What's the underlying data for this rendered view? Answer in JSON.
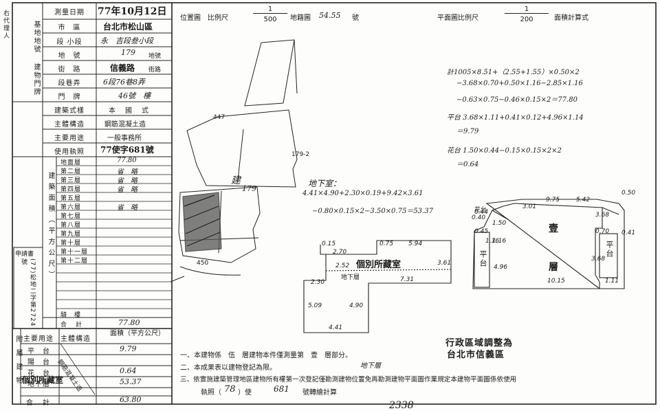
{
  "margin_text": "右代理人",
  "survey_date": {
    "label": "測量日期",
    "value": "77年10月12日"
  },
  "land": {
    "group_label": "基地地號",
    "city_label": "市　區",
    "city_value": "台北市松山區",
    "section_label": "段 小段",
    "section_value": "永　吉段叁小段",
    "number_label": "地　號",
    "number_value": "179",
    "number_suffix": "地號"
  },
  "door": {
    "group_label": "建物門牌",
    "street_label": "街　路",
    "street_value": "信義路",
    "street_suffix": "街路",
    "lane_label": "段巷弄",
    "lane_value": "6段76巷8弄",
    "no_label": "門　牌",
    "no_value": "46號　樓"
  },
  "building": {
    "style_label": "建築式樣",
    "style_value": "本　國　式",
    "structure_label": "主體構造",
    "structure_value": "鋼筋混凝土造",
    "use_label": "主要用途",
    "use_value": "一般事務所",
    "permit_label": "使用執照",
    "permit_value": "77使字681號"
  },
  "area_section_label": "建築面積（平方公尺）",
  "floors": [
    {
      "name": "地面層",
      "value": "77.80"
    },
    {
      "name": "第二層",
      "value": "省　略"
    },
    {
      "name": "第三層",
      "value": "省　略"
    },
    {
      "name": "第四層",
      "value": "省　略"
    },
    {
      "name": "第五層",
      "value": ""
    },
    {
      "name": "第六層",
      "value": "省　略"
    },
    {
      "name": "第七層",
      "value": ""
    },
    {
      "name": "第八層",
      "value": ""
    },
    {
      "name": "第九層",
      "value": ""
    },
    {
      "name": "第十層",
      "value": ""
    },
    {
      "name": "第十一層",
      "value": ""
    },
    {
      "name": "第十二層",
      "value": ""
    }
  ],
  "extra_floor": {
    "name": "騎　樓",
    "value": ""
  },
  "total_row": {
    "name": "合　計",
    "value": "77.80"
  },
  "application": {
    "label": "申請書",
    "value": "(77)松地二字第2724號"
  },
  "attached": {
    "group_label": "附屬建物",
    "use_header": "主要用途",
    "structure_header": "主體構造",
    "area_header": "面積（平方公尺）",
    "rows": [
      {
        "use": "平　台",
        "value": "9.79"
      },
      {
        "use": "陽　台",
        "value": ""
      },
      {
        "use": "花　台",
        "value": "0.64"
      },
      {
        "use": "地下層",
        "value": "53.37"
      },
      {
        "use": "",
        "value": ""
      }
    ],
    "structure_note": "鋼筋混凝土造",
    "total_label": "合　計",
    "total_value": "63.80",
    "stamp": "個別所藏室"
  },
  "location_map": {
    "title": "位置圖　比例尺",
    "scale_num": "1",
    "scale_den": "500",
    "sheet_label": "地籍圖",
    "sheet_no": "54.55",
    "sheet_suffix": "號",
    "marks": {
      "top": "447",
      "right": "179-2",
      "center": "179",
      "bottom": "450",
      "building": "建"
    }
  },
  "floor_plan": {
    "title": "平面圖比例尺",
    "scale_num": "1",
    "scale_den": "200",
    "method": "面積計算式"
  },
  "calc": {
    "ground_floor": [
      "計1005×8.51+（2.55+1.55）×0.50×2",
      "−3.68×0.70+0.50×1.16−2.85×1.16",
      "−0.63×0.75−0.46×0.15×2＝77.80"
    ],
    "platform": [
      "平台 3.68×1.11+0.41×0.12+4.96×1.14",
      "＝9.79"
    ],
    "flower": [
      "花台 1.50×0.44−0.15×0.15×2×2",
      "＝0.64"
    ],
    "basement_title": "地下室：",
    "basement": [
      "4.41×4.90+2.30×0.19+9.42×3.61",
      "−0.80×0.15×2−3.50×0.75＝53.37"
    ]
  },
  "basement_plan": {
    "label": "個別所藏室",
    "sub": "地下層",
    "dims": [
      "0.15",
      "2.70",
      "0.75",
      "5.94",
      "3.61",
      "2.52",
      "7.31",
      "2.30",
      "5.09",
      "4.90",
      "4.41"
    ]
  },
  "ground_plan": {
    "label_top": "壹",
    "label_bottom": "層",
    "side": "平台",
    "side2": "平台",
    "flower": "花台",
    "dims": [
      "0.40",
      "3.01",
      "9.75",
      "5.42",
      "0.50",
      "3.68",
      "1.16",
      "1.16",
      "0.45",
      "4.96",
      "0.70",
      "0.41",
      "3.68",
      "1.11",
      "10.15",
      "0.44",
      "1.50"
    ]
  },
  "notes": {
    "line1": "一、本建物係　伍　層建物本件僅測量第　壹　層部分。",
    "line2": "二、本成果表以建物登記為限。",
    "line2_tag": "地下層",
    "line3": "三、依實施建築管理地區建物所有權第一次登記僅勘測建物位置免再勘測建物平面圖作業規定本建物平面圖係依使用",
    "line4_a": "執照（",
    "line4_year": "78",
    "line4_b": "）使",
    "line4_no": "681",
    "line4_c": "號轉繪計算"
  },
  "seal": {
    "line1": "行政區域調整為",
    "line2": "台北市信義區"
  },
  "page_no": "2338"
}
